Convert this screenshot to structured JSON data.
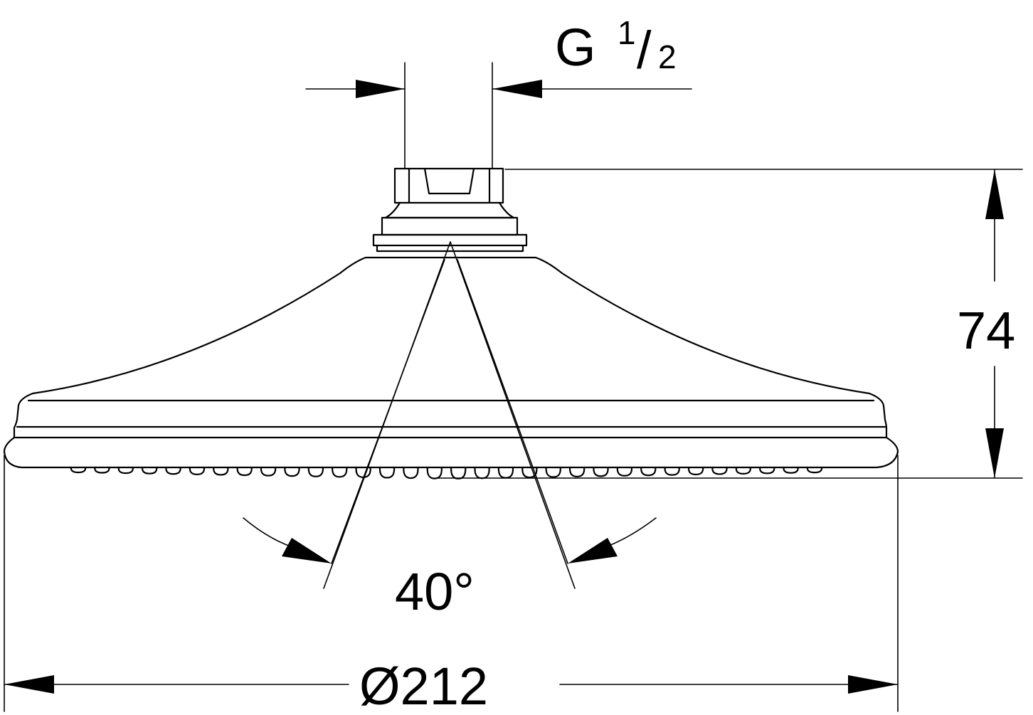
{
  "dimensions": {
    "thread_label": "G",
    "thread_fraction_numerator": "1",
    "thread_fraction_slash": "/",
    "thread_fraction_denominator": "2",
    "height": "74",
    "spray_angle": "40°",
    "diameter": "Ø212"
  },
  "colors": {
    "stroke": "#000000",
    "background": "#ffffff"
  },
  "nozzles": {
    "count": 32
  }
}
